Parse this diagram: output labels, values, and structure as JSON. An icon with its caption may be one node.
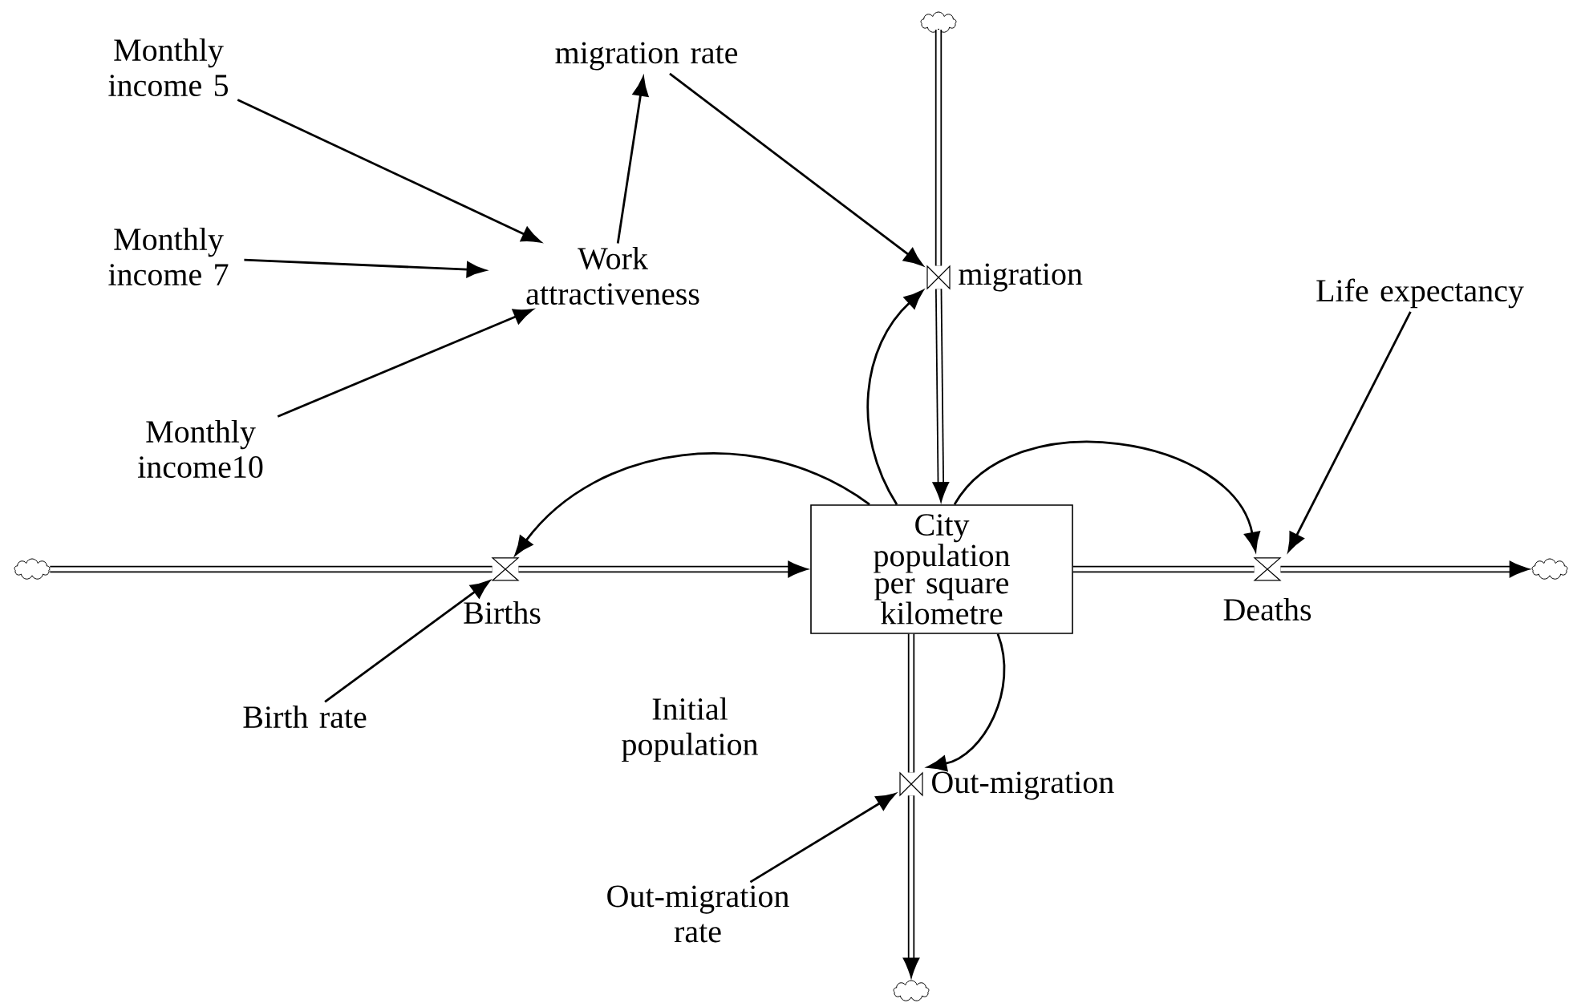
{
  "diagram": {
    "nodes": [
      {
        "text": [],
        "shape": "cloud"
      },
      {
        "text": [
          "Monthly income 5"
        ]
      },
      {
        "text": [
          "migration rate"
        ]
      },
      {
        "text": [
          "Monthly income 7"
        ]
      },
      {
        "text": [
          "Work attractiveness"
        ]
      },
      {
        "text": [],
        "shape": "valve",
        "beside": [
          "migration"
        ]
      },
      {
        "text": [
          "Life expectancy"
        ]
      },
      {
        "text": [
          "Monthly income10"
        ]
      },
      {
        "text": [],
        "shape": "cloud"
      },
      {
        "text": [],
        "shape": "valve",
        "beside": [
          "Births"
        ]
      },
      {
        "text": [
          "City population per square kilometre"
        ]
      },
      {
        "text": [],
        "shape": "valve",
        "beside": [
          "Deaths"
        ]
      },
      {
        "text": [],
        "shape": "cloud"
      },
      {
        "text": [
          "Birth rate"
        ]
      },
      {
        "text": [],
        "shape": "valve",
        "beside": [
          "Out-migration"
        ]
      },
      {
        "text": [
          "Out-migration rate"
        ]
      },
      {
        "text": [],
        "shape": "cloud"
      }
    ],
    "edges": [
      {
        "from": 0,
        "to": 5,
        "arrow": "none",
        "style": "thick"
      },
      {
        "from": 5,
        "to": 10,
        "arrow": "to",
        "style": "thick"
      },
      {
        "from": 8,
        "to": 9,
        "arrow": "none",
        "style": "thick"
      },
      {
        "from": 9,
        "to": 10,
        "arrow": "to",
        "style": "thick"
      },
      {
        "from": 10,
        "to": 11,
        "arrow": "none",
        "style": "thick"
      },
      {
        "from": 11,
        "to": 12,
        "arrow": "to",
        "style": "thick"
      },
      {
        "from": 10,
        "to": 14,
        "arrow": "none",
        "style": "thick"
      },
      {
        "from": 14,
        "to": 16,
        "arrow": "to",
        "style": "thick"
      },
      {
        "from": 1,
        "to": 4,
        "arrow": "to"
      },
      {
        "from": 3,
        "to": 4,
        "arrow": "to"
      },
      {
        "from": 7,
        "to": 4,
        "arrow": "to"
      },
      {
        "from": 4,
        "to": 2,
        "arrow": "to"
      },
      {
        "from": 2,
        "to": 5,
        "arrow": "to"
      },
      {
        "from": 10,
        "to": 5,
        "arrow": "to"
      },
      {
        "from": 10,
        "to": 9,
        "arrow": "to"
      },
      {
        "from": 10,
        "to": 11,
        "arrow": "to"
      },
      {
        "from": 6,
        "to": 11,
        "arrow": "to"
      },
      {
        "from": 13,
        "to": 9,
        "arrow": "to"
      },
      {
        "from": 10,
        "to": 14,
        "arrow": "to"
      },
      {
        "from": 15,
        "to": 14,
        "arrow": "to"
      }
    ],
    "labels": [
      "Initial population"
    ]
  }
}
